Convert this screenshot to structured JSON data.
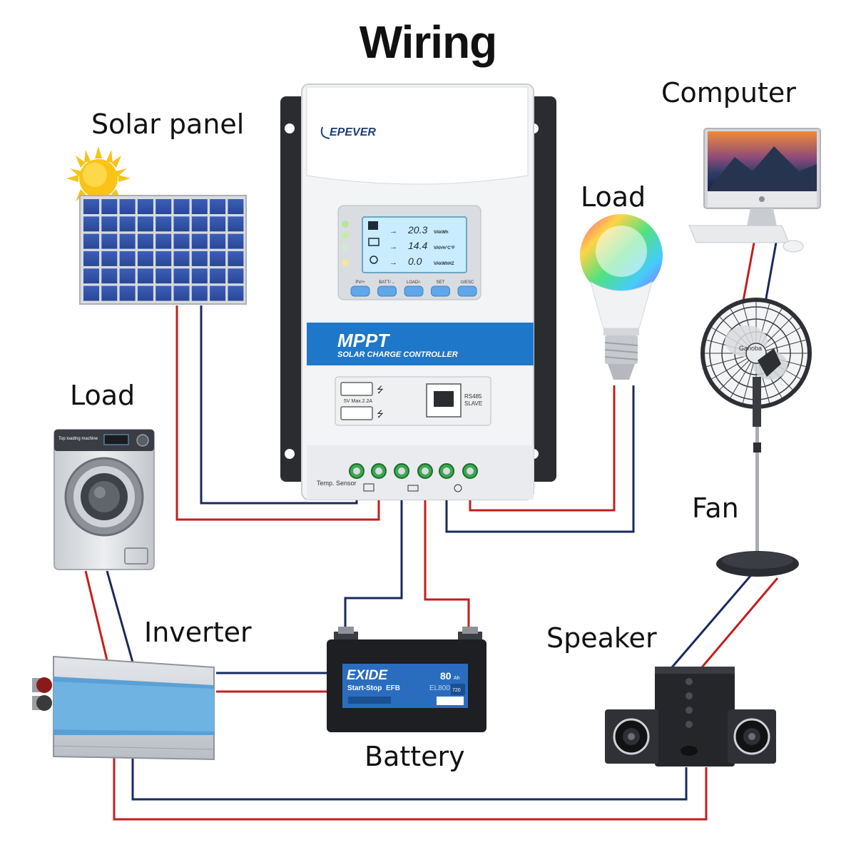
{
  "title": "Wiring",
  "labels": {
    "solar_panel": "Solar panel",
    "computer": "Computer",
    "load_bulb": "Load",
    "load_washer": "Load",
    "fan": "Fan",
    "inverter": "Inverter",
    "speaker": "Speaker",
    "battery": "Battery"
  },
  "controller": {
    "brand": "EPEVER",
    "readings": [
      {
        "value": "20.3",
        "units": "VAkWh"
      },
      {
        "value": "14.4",
        "units": "VAh%°C°F"
      },
      {
        "value": "0.0",
        "units": "VAkWhHZ"
      }
    ],
    "buttons": [
      "PV/+",
      "BATT/→",
      "LOAD/-",
      "SET",
      "⏻/ESC"
    ],
    "mppt": "MPPT",
    "subtitle": "SOLAR CHARGE CONTROLLER",
    "usb_spec": "5V Max.2.2A",
    "rs485": "RS485",
    "slave": "SLAVE",
    "temp_sensor": "Temp. Sensor"
  },
  "battery": {
    "brand": "EXIDE",
    "capacity": "80",
    "capacity_unit": "Ah",
    "type": "Start-Stop",
    "efb": "EFB",
    "model": "EL800",
    "cca": "720"
  },
  "washer_display": "Top loading machine",
  "fan_brand": "Ganoba",
  "colors": {
    "red_wire": "#c41e1e",
    "blue_wire": "#1b2a5e",
    "mppt_band": "#1f77c9"
  }
}
